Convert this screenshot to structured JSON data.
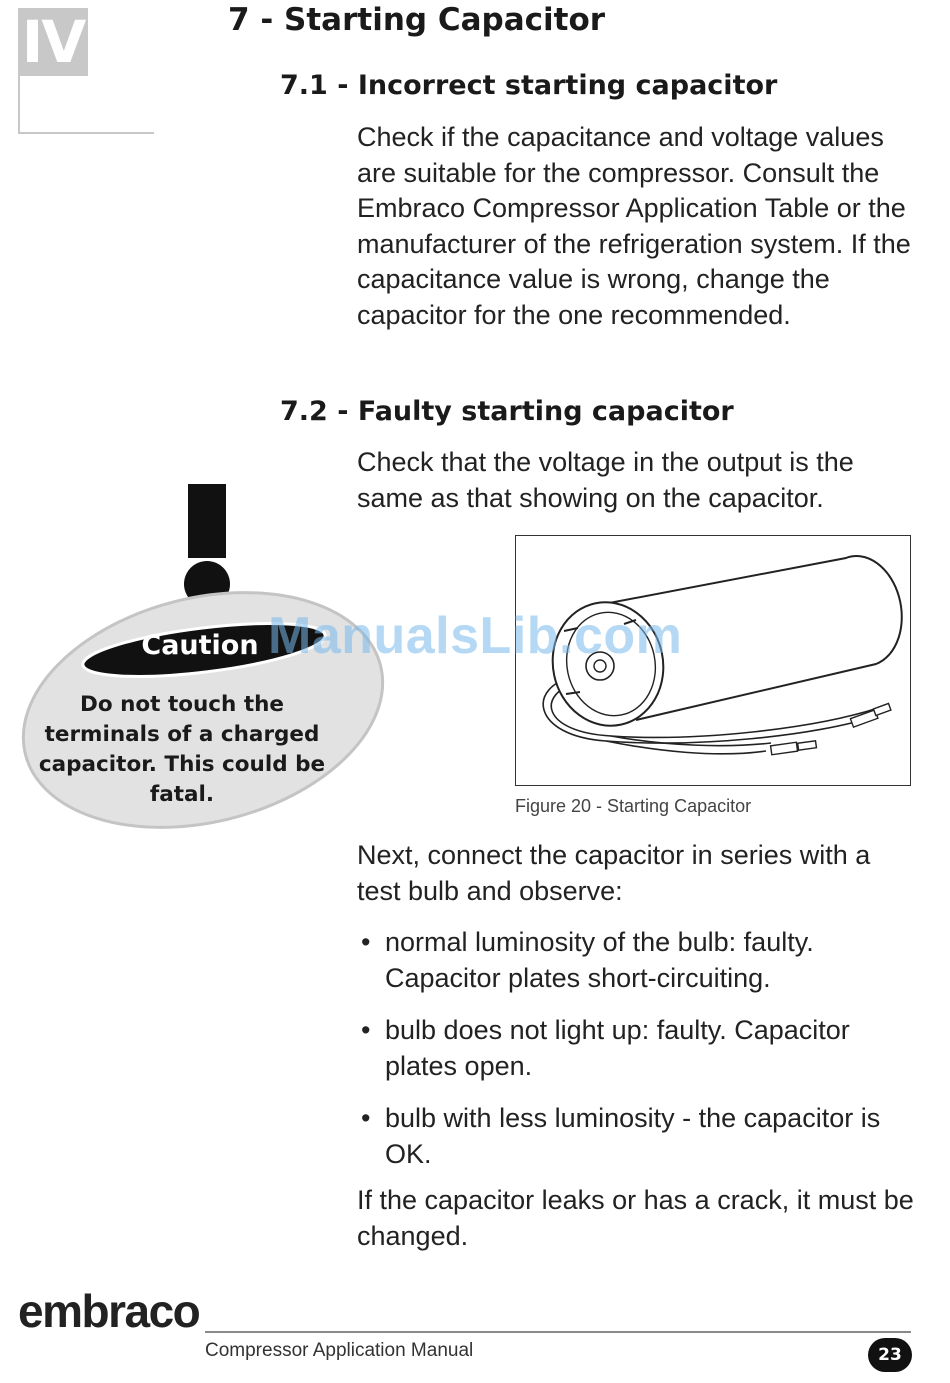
{
  "chapter": {
    "tab": "IV",
    "title": "7 - Starting Capacitor"
  },
  "sections": [
    {
      "heading": "7.1 - Incorrect starting capacitor",
      "paragraph": "Check if the capacitance and voltage values are suitable for the compressor. Consult the Embraco Compressor Application Table or the manufacturer of the refrigeration system. If the capacitance value is wrong, change the capacitor for the one recommended."
    },
    {
      "heading": "7.2 - Faulty starting capacitor",
      "paragraph": "Check that the voltage in the output is the same as that showing on the capacitor."
    }
  ],
  "figure": {
    "caption": "Figure 20 - Starting Capacitor"
  },
  "caution": {
    "label": "Caution",
    "text": "Do not touch the terminals of a charged capacitor. This could be fatal."
  },
  "test": {
    "intro": "Next, connect the capacitor in series with a test bulb and observe:",
    "bullets": [
      "normal luminosity of the bulb: faulty. Capacitor plates short-circuiting.",
      "bulb does not light up: faulty. Capacitor plates open.",
      "bulb with less luminosity - the capacitor is OK."
    ],
    "closing": "If the capacitor leaks or has a crack, it must be changed."
  },
  "watermark": "ManualsLib.com",
  "footer": {
    "logo": "embraco",
    "manual_title": "Compressor Application Manual",
    "page_number": "23"
  }
}
